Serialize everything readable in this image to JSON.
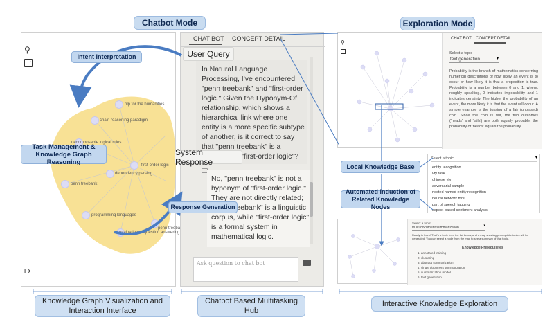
{
  "section_titles": {
    "chatbot_mode": "Chatbot Mode",
    "exploration_mode": "Exploration Mode"
  },
  "captions": {
    "kg_visualization": "Knowledge Graph Visualization and Interaction Interface",
    "chatbot_hub": "Chatbot Based Multitasking Hub",
    "interactive_exploration": "Interactive Knowledge Exploration"
  },
  "annotations": {
    "intent_interpretation": "Intent Interpretation",
    "task_management": "Task Management & Knowledge Graph Reasoning",
    "response_generation": "Response Generation",
    "user_query": "User Query",
    "system_response": "System Response",
    "local_kb": "Local Knowledge Base",
    "automated_induction": "Automated Induction of Related Knowledge Nodes"
  },
  "kg_panel": {
    "nodes": [
      "nlp for the humanities",
      "chain reasoning paradigm",
      "decomposable logical rules",
      "first-order logic",
      "dependency parsing",
      "penn treebank",
      "programming languages",
      "evaluation of question answering",
      "penn treebank best score"
    ]
  },
  "chat_panel": {
    "tabs": [
      "CHAT BOT",
      "CONCEPT DETAIL"
    ],
    "user_message": "In Natural Language Processing, I've encountered \"penn treebank\" and \"first-order logic.\" Given the Hyponym-Of relationship, which shows a hierarchical link where one entity is a more specific subtype of another, is it correct to say that \"penn treebank\" is a hyponym of \"first-order logic\"?",
    "bot_message": "No, \"penn treebank\" is not a hyponym of \"first-order logic.\" They are not directly related; \"penn treebank\" is a linguistic corpus, while \"first-order logic\" is a formal system in mathematical logic.",
    "input_placeholder": "Ask question to chat bot"
  },
  "exploration_panel": {
    "tabs": [
      "CHAT BOT",
      "CONCEPT DETAIL"
    ],
    "select_label": "Select a topic",
    "selected_topic": "text generation",
    "definition": "Probability is the branch of mathematics concerning numerical descriptions of how likely an event is to occur or how likely it is that a proposition is true. Probability is a number between 0 and 1, where, roughly speaking, 0 indicates impossibility and 1 indicates certainty. The higher the probability of an event, the more likely it is that the event will occur. A simple example is the tossing of a fair (unbiased) coin. Since the coin is fair, the two outcomes ('heads' and 'tails') are both equally probable; the probability of 'heads' equals the probability"
  },
  "kb_list": {
    "select_label": "Select a topic",
    "items": [
      "entity recognition",
      "vfy task",
      "chinese vfy",
      "adversarial sample",
      "nested named entity recognition",
      "neural network mrs",
      "part of speech tagging",
      "aspect-based sentiment analysis"
    ]
  },
  "prereq_panel": {
    "select_label": "Select a topic",
    "selected_topic": "multi document summarization",
    "intro": "Ready to learn! That's a topic from the list below, and a map showing prerequisite topics will be generated. You can select a node from the map to see a summary of that topic.",
    "heading": "Knowledge Prerequisites",
    "items": [
      "1. annotated training",
      "2. clustering",
      "3. abstract summarization",
      "4. single document summarization",
      "5. summarization model",
      "6. text generation"
    ]
  },
  "colors": {
    "highlight": "#f7dc83",
    "arrow": "#4a7cc2",
    "label_bg": "#c9dcf0"
  }
}
